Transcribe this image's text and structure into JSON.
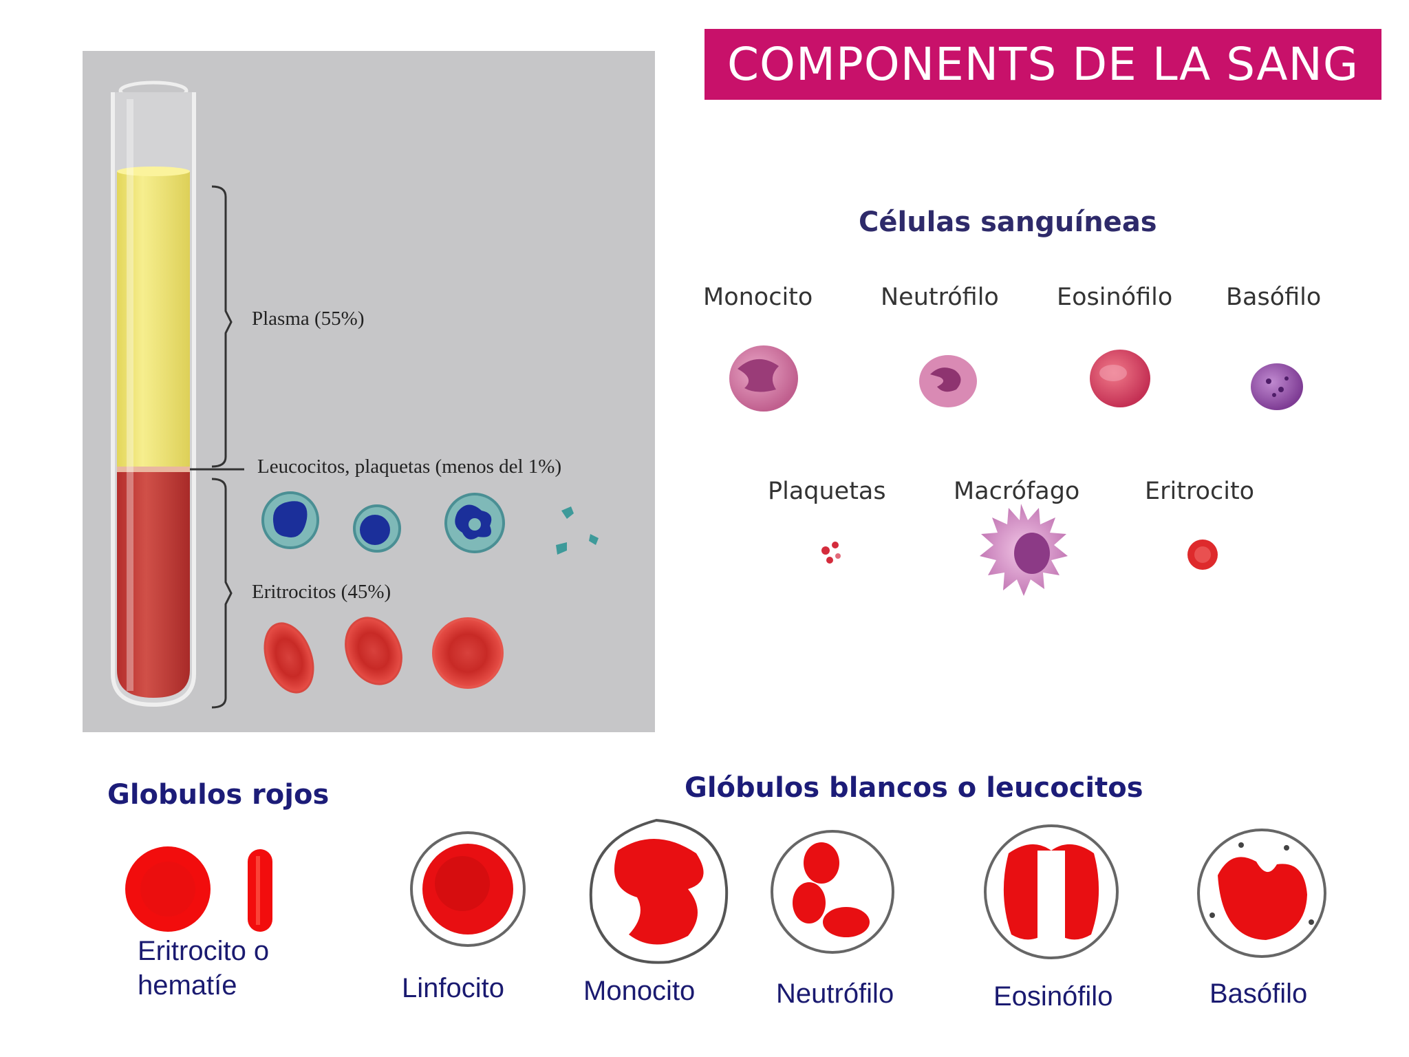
{
  "title": "COMPONENTS DE LA SANG",
  "tube": {
    "plasma_label": "Plasma (55%)",
    "buffy_label": "Leucocitos, plaquetas (menos del 1%)",
    "rbc_label": "Eritrocitos (45%)"
  },
  "blood_cells": {
    "heading": "Células sanguíneas",
    "row1": [
      "Monocito",
      "Neutrófilo",
      "Eosinófilo",
      "Basófilo"
    ],
    "row2": [
      "Plaquetas",
      "Macrófago",
      "Eritrocito"
    ]
  },
  "red_cells": {
    "heading": "Globulos rojos",
    "label_line1": "Eritrocito o",
    "label_line2": "hematíe"
  },
  "white_cells": {
    "heading": "Glóbulos blancos o leucocitos",
    "labels": [
      "Linfocito",
      "Monocito",
      "Neutrófilo",
      "Eosinófilo",
      "Basófilo"
    ]
  },
  "colors": {
    "banner": "#c8116a",
    "plasma": "#efe36a",
    "blood": "#c33a36",
    "heading_blue": "#1c1c78"
  }
}
